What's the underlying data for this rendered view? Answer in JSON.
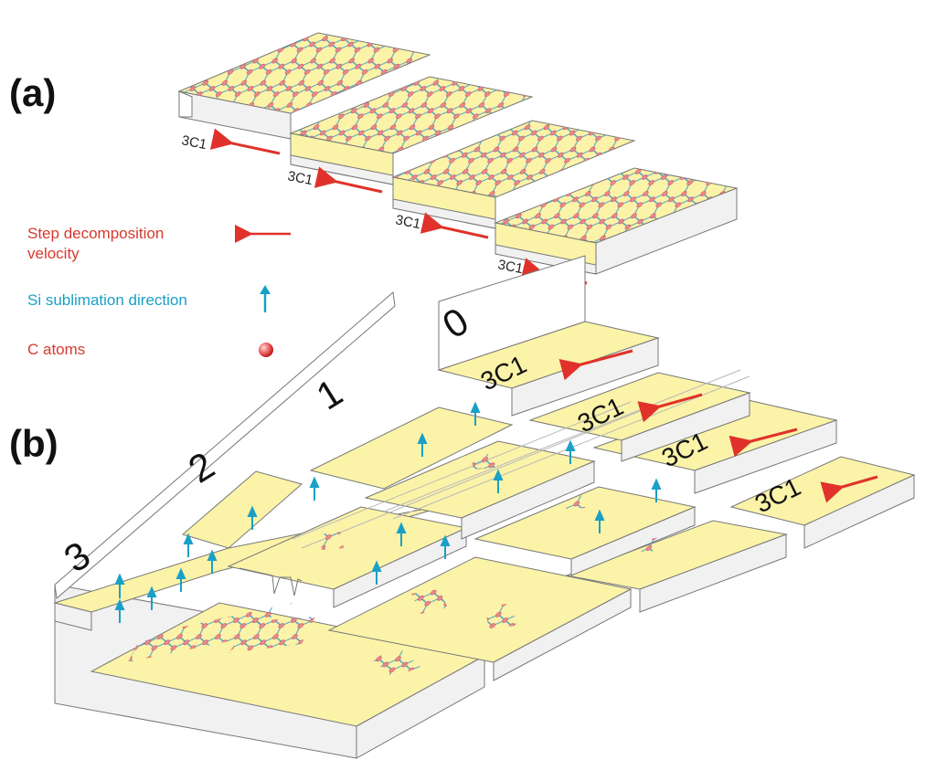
{
  "figure": {
    "panel_a_label": "(a)",
    "panel_b_label": "(b)"
  },
  "legend": {
    "step_line1": "Step decomposition",
    "step_line2": "velocity",
    "si_text": "Si sublimation direction",
    "c_text": "C atoms"
  },
  "panel_a": {
    "step_labels": [
      "3C1",
      "3C1",
      "3C1",
      "3C1"
    ]
  },
  "panel_b": {
    "terrace_numbers": [
      "3",
      "2",
      "1",
      "0"
    ],
    "step_labels": [
      "3C1",
      "3C1",
      "3C1",
      "3C1"
    ]
  },
  "colors": {
    "terrace_fill": "#fbf3a8",
    "riser_fill": "#f1f1f1",
    "outline": "#777777",
    "arrow_red": "#e0322a",
    "arrow_cyan": "#1aa0c6",
    "atom_red": "#e88a8a",
    "bond_blue": "#4fa3c8"
  }
}
